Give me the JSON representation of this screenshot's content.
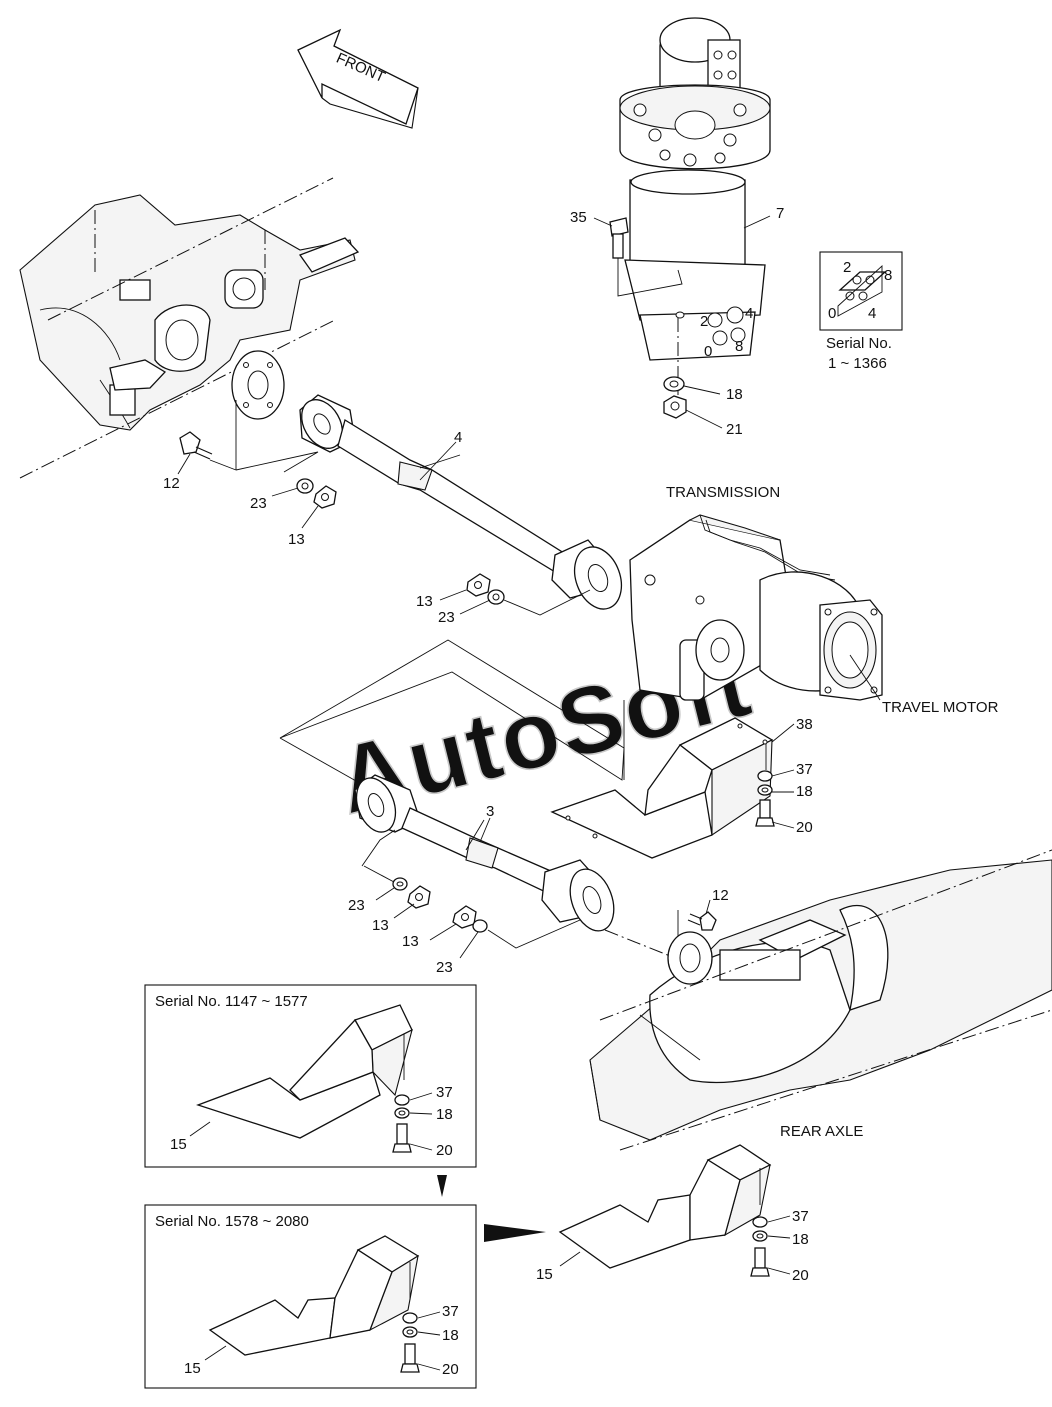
{
  "arrow": {
    "label": "FRONT"
  },
  "labels": {
    "transmission": "TRANSMISSION",
    "travel_motor": "TRAVEL MOTOR",
    "rear_axle": "REAR AXLE",
    "watermark": "AutoSoft"
  },
  "serial_inset": {
    "title": "Serial No.",
    "range": "1 ~ 1366",
    "digits": [
      "2",
      "8",
      "0",
      "4"
    ]
  },
  "motor_port_marks": [
    "2",
    "4",
    "0",
    "8"
  ],
  "boxes": [
    {
      "title": "Serial No. 1147 ~ 1577"
    },
    {
      "title": "Serial No. 1578 ~ 2080"
    }
  ],
  "callouts": {
    "p35": "35",
    "p7": "7",
    "p18a": "18",
    "p21": "21",
    "p4": "4",
    "p12a": "12",
    "p23a": "23",
    "p13a": "13",
    "p13b": "13",
    "p23b": "23",
    "p38": "38",
    "p37a": "37",
    "p18b": "18",
    "p20a": "20",
    "p3": "3",
    "p23c": "23",
    "p13c": "13",
    "p13d": "13",
    "p23d": "23",
    "p12b": "12",
    "box1_15": "15",
    "box1_37": "37",
    "box1_18": "18",
    "box1_20": "20",
    "box2_15": "15",
    "box2_37": "37",
    "box2_18": "18",
    "box2_20": "20",
    "main_15": "15",
    "main_37": "37",
    "main_18": "18",
    "main_20": "20"
  }
}
